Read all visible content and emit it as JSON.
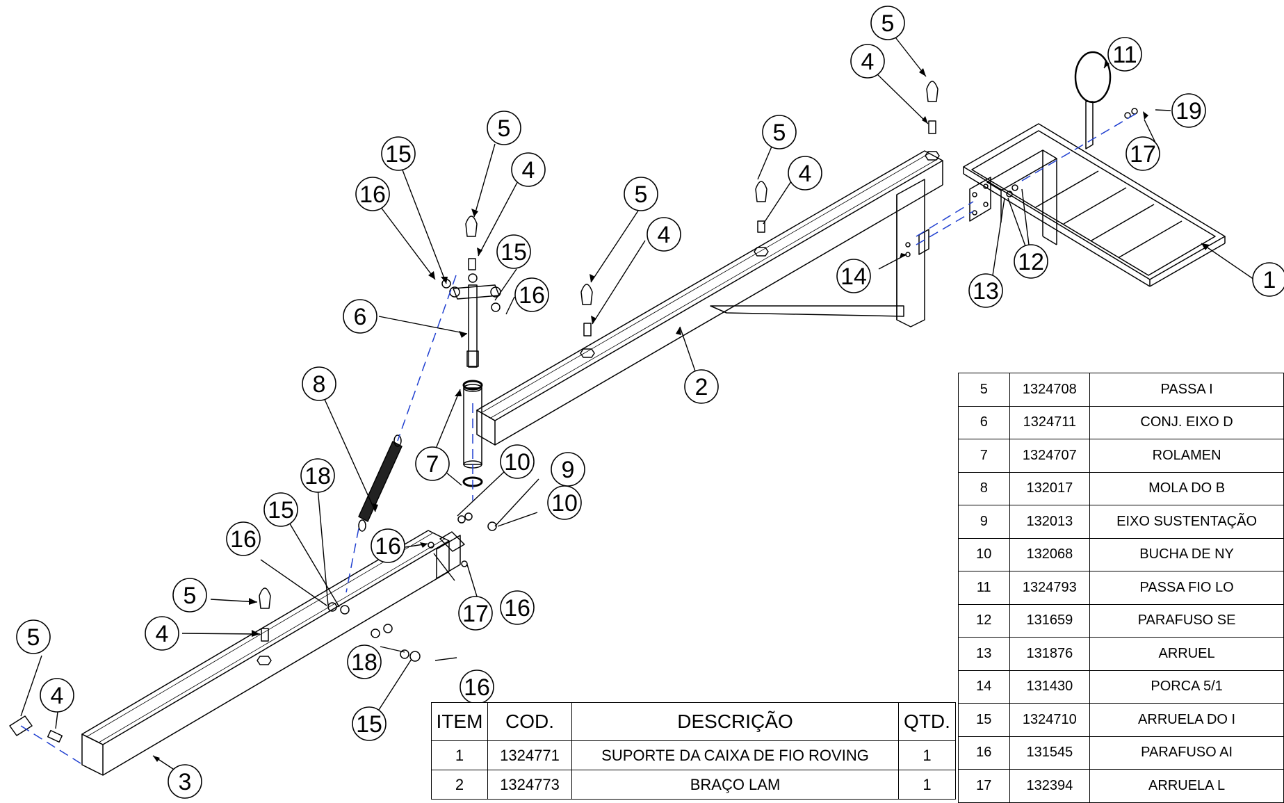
{
  "callouts": [
    {
      "label": "5"
    },
    {
      "label": "4"
    },
    {
      "label": "11"
    },
    {
      "label": "19"
    },
    {
      "label": "17"
    },
    {
      "label": "5"
    },
    {
      "label": "4"
    },
    {
      "label": "14"
    },
    {
      "label": "12"
    },
    {
      "label": "13"
    },
    {
      "label": "1"
    },
    {
      "label": "5"
    },
    {
      "label": "4"
    },
    {
      "label": "15"
    },
    {
      "label": "16"
    },
    {
      "label": "15"
    },
    {
      "label": "16"
    },
    {
      "label": "6"
    },
    {
      "label": "5"
    },
    {
      "label": "4"
    },
    {
      "label": "2"
    },
    {
      "label": "8"
    },
    {
      "label": "7"
    },
    {
      "label": "10"
    },
    {
      "label": "9"
    },
    {
      "label": "10"
    },
    {
      "label": "18"
    },
    {
      "label": "15"
    },
    {
      "label": "16"
    },
    {
      "label": "16"
    },
    {
      "label": "5"
    },
    {
      "label": "4"
    },
    {
      "label": "17"
    },
    {
      "label": "16"
    },
    {
      "label": "18"
    },
    {
      "label": "16"
    },
    {
      "label": "15"
    },
    {
      "label": "5"
    },
    {
      "label": "4"
    },
    {
      "label": "3"
    }
  ],
  "parts_list_left": {
    "headers": [
      "ITEM",
      "COD.",
      "DESCRIÇÃO",
      "QTD."
    ],
    "rows": [
      {
        "item": "1",
        "cod": "1324771",
        "desc": "SUPORTE DA CAIXA DE FIO ROVING",
        "qtd": "1"
      },
      {
        "item": "2",
        "cod": "1324773",
        "desc": "BRAÇO LAM",
        "qtd": "1"
      }
    ]
  },
  "parts_list_right": {
    "rows": [
      {
        "item": "5",
        "cod": "1324708",
        "desc": "PASSA I"
      },
      {
        "item": "6",
        "cod": "1324711",
        "desc": "CONJ. EIXO D"
      },
      {
        "item": "7",
        "cod": "1324707",
        "desc": "ROLAMEN"
      },
      {
        "item": "8",
        "cod": "132017",
        "desc": "MOLA DO B"
      },
      {
        "item": "9",
        "cod": "132013",
        "desc": "EIXO SUSTENTAÇÃO"
      },
      {
        "item": "10",
        "cod": "132068",
        "desc": "BUCHA DE NY"
      },
      {
        "item": "11",
        "cod": "1324793",
        "desc": "PASSA FIO LO"
      },
      {
        "item": "12",
        "cod": "131659",
        "desc": "PARAFUSO SE"
      },
      {
        "item": "13",
        "cod": "131876",
        "desc": "ARRUEL"
      },
      {
        "item": "14",
        "cod": "131430",
        "desc": "PORCA 5/1"
      },
      {
        "item": "15",
        "cod": "1324710",
        "desc": "ARRUELA DO I"
      },
      {
        "item": "16",
        "cod": "131545",
        "desc": "PARAFUSO AI"
      },
      {
        "item": "17",
        "cod": "132394",
        "desc": "ARRUELA L"
      }
    ]
  }
}
